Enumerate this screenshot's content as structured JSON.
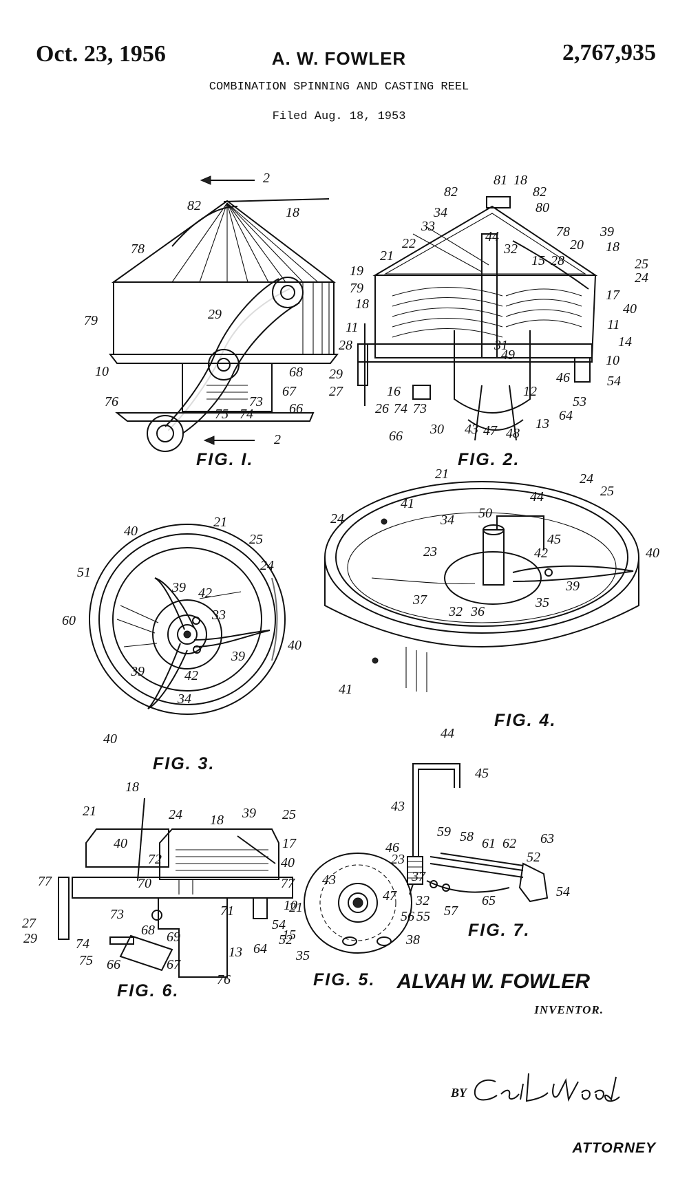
{
  "header": {
    "date": "Oct. 23, 1956",
    "inventor_short": "A. W. FOWLER",
    "patent_number": "2,767,935",
    "title": "COMBINATION SPINNING AND CASTING REEL",
    "filed": "Filed Aug. 18, 1953"
  },
  "figures": {
    "fig1": {
      "caption": "FIG. I.",
      "refs": [
        "2",
        "18",
        "82",
        "78",
        "79",
        "29",
        "10",
        "68",
        "67",
        "76",
        "73",
        "66",
        "75",
        "74",
        "2"
      ]
    },
    "fig2": {
      "caption": "FIG. 2.",
      "refs": [
        "81",
        "18",
        "82",
        "82",
        "80",
        "34",
        "33",
        "78",
        "39",
        "22",
        "44",
        "32",
        "20",
        "18",
        "25",
        "21",
        "15",
        "28",
        "24",
        "19",
        "79",
        "17",
        "18",
        "40",
        "11",
        "11",
        "28",
        "31",
        "14",
        "29",
        "49",
        "10",
        "27",
        "16",
        "46",
        "54",
        "26",
        "74",
        "73",
        "30",
        "43",
        "47",
        "48",
        "13",
        "53",
        "12",
        "64",
        "66"
      ]
    },
    "fig3": {
      "caption": "FIG. 3.",
      "refs": [
        "21",
        "40",
        "25",
        "51",
        "39",
        "24",
        "42",
        "60",
        "33",
        "40",
        "39",
        "39",
        "42",
        "34",
        "40"
      ]
    },
    "fig4": {
      "caption": "FIG. 4.",
      "refs": [
        "21",
        "24",
        "41",
        "44",
        "34",
        "50",
        "45",
        "24",
        "25",
        "23",
        "42",
        "40",
        "39",
        "37",
        "35",
        "32",
        "36",
        "41"
      ]
    },
    "fig5": {
      "caption": "FIG. 5.",
      "refs": [
        "23",
        "43",
        "37",
        "32",
        "21",
        "15",
        "35",
        "38"
      ]
    },
    "fig6": {
      "caption": "FIG. 6.",
      "refs": [
        "18",
        "21",
        "24",
        "18",
        "39",
        "25",
        "40",
        "17",
        "72",
        "40",
        "77",
        "70",
        "77",
        "10",
        "27",
        "29",
        "73",
        "68",
        "71",
        "54",
        "74",
        "52",
        "75",
        "66",
        "67",
        "69",
        "64",
        "13",
        "76"
      ]
    },
    "fig7": {
      "caption": "FIG. 7.",
      "refs": [
        "44",
        "45",
        "43",
        "59",
        "58",
        "61",
        "62",
        "63",
        "46",
        "52",
        "47",
        "54",
        "56",
        "55",
        "57",
        "65"
      ]
    }
  },
  "signature_block": {
    "inventor_name": "ALVAH W. FOWLER",
    "inventor_label": "INVENTOR.",
    "by_label": "BY",
    "signature": "Cecil L. Wood",
    "attorney_label": "ATTORNEY"
  }
}
